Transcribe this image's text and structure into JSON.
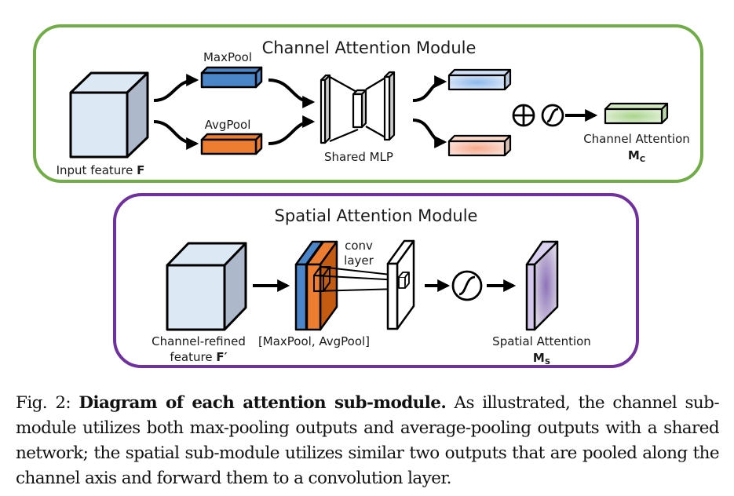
{
  "channel_module": {
    "title": "Channel Attention Module",
    "input_label": "Input feature ",
    "input_symbol": "F",
    "maxpool_label": "MaxPool",
    "avgpool_label": "AvgPool",
    "mlp_label": "Shared MLP",
    "output_label": "Channel Attention",
    "output_symbol": "M",
    "output_subscript": "c",
    "border_color": "#70ad47"
  },
  "spatial_module": {
    "title": "Spatial Attention Module",
    "input_label_line1": "Channel-refined",
    "input_label_line2": "feature ",
    "input_symbol": "F′",
    "pool_label": "[MaxPool, AvgPool]",
    "conv_label_line1": "conv",
    "conv_label_line2": "layer",
    "output_label": "Spatial Attention",
    "output_symbol": "M",
    "output_subscript": "s",
    "border_color": "#7030a0"
  },
  "colors": {
    "maxpool": "#4a86c8",
    "avgpool": "#ed7d31",
    "avgpool_dark": "#c55a11",
    "cube_face": "#dce9f5",
    "cube_side": "#adb9ca",
    "channel_out": "#a9d18e",
    "spatial_out": "#b4a7d6"
  },
  "caption": {
    "prefix": "Fig. 2: ",
    "bold": "Diagram of each attention sub-module.",
    "text": " As illustrated, the channel sub-module utilizes both max-pooling outputs and average-pooling outputs with a shared network; the spatial sub-module utilizes similar two outputs that are pooled along the channel axis and forward them to a convolution layer."
  }
}
